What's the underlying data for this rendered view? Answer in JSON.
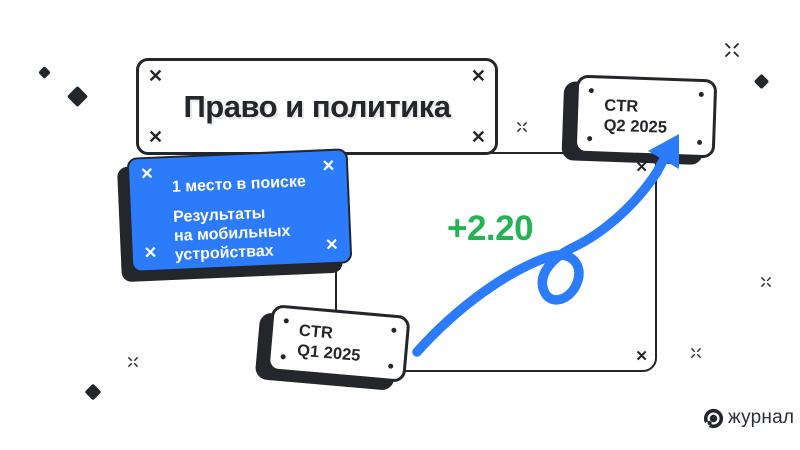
{
  "colors": {
    "accent_blue": "#2b7bfa",
    "positive_green": "#26b356",
    "ink_dark": "#23262b",
    "card_white": "#ffffff"
  },
  "marks": {
    "cross": "✕"
  },
  "title_card": {
    "title": "Право и политика"
  },
  "blue_card": {
    "heading": "1 место в поиске",
    "lines": [
      "Результаты",
      "на мобильных",
      "устройствах"
    ]
  },
  "metric": {
    "delta_label": "+2.20"
  },
  "q1_card": {
    "lines": [
      "CTR",
      "Q1 2025"
    ]
  },
  "q2_card": {
    "lines": [
      "CTR",
      "Q2 2025"
    ]
  },
  "footer": {
    "brand": "журнал"
  },
  "chart_data": {
    "type": "line",
    "title": "Право и политика",
    "subtitle": "1 место в поиске — Результаты на мобильных устройствах",
    "x": [
      "CTR Q1 2025",
      "CTR Q2 2025"
    ],
    "delta_label": "+2.20",
    "delta_value": 2.2,
    "trend": "up",
    "annotation_color": "#26b356",
    "arrow_color": "#2b7bfa",
    "legend_position": "none",
    "grid": false
  }
}
